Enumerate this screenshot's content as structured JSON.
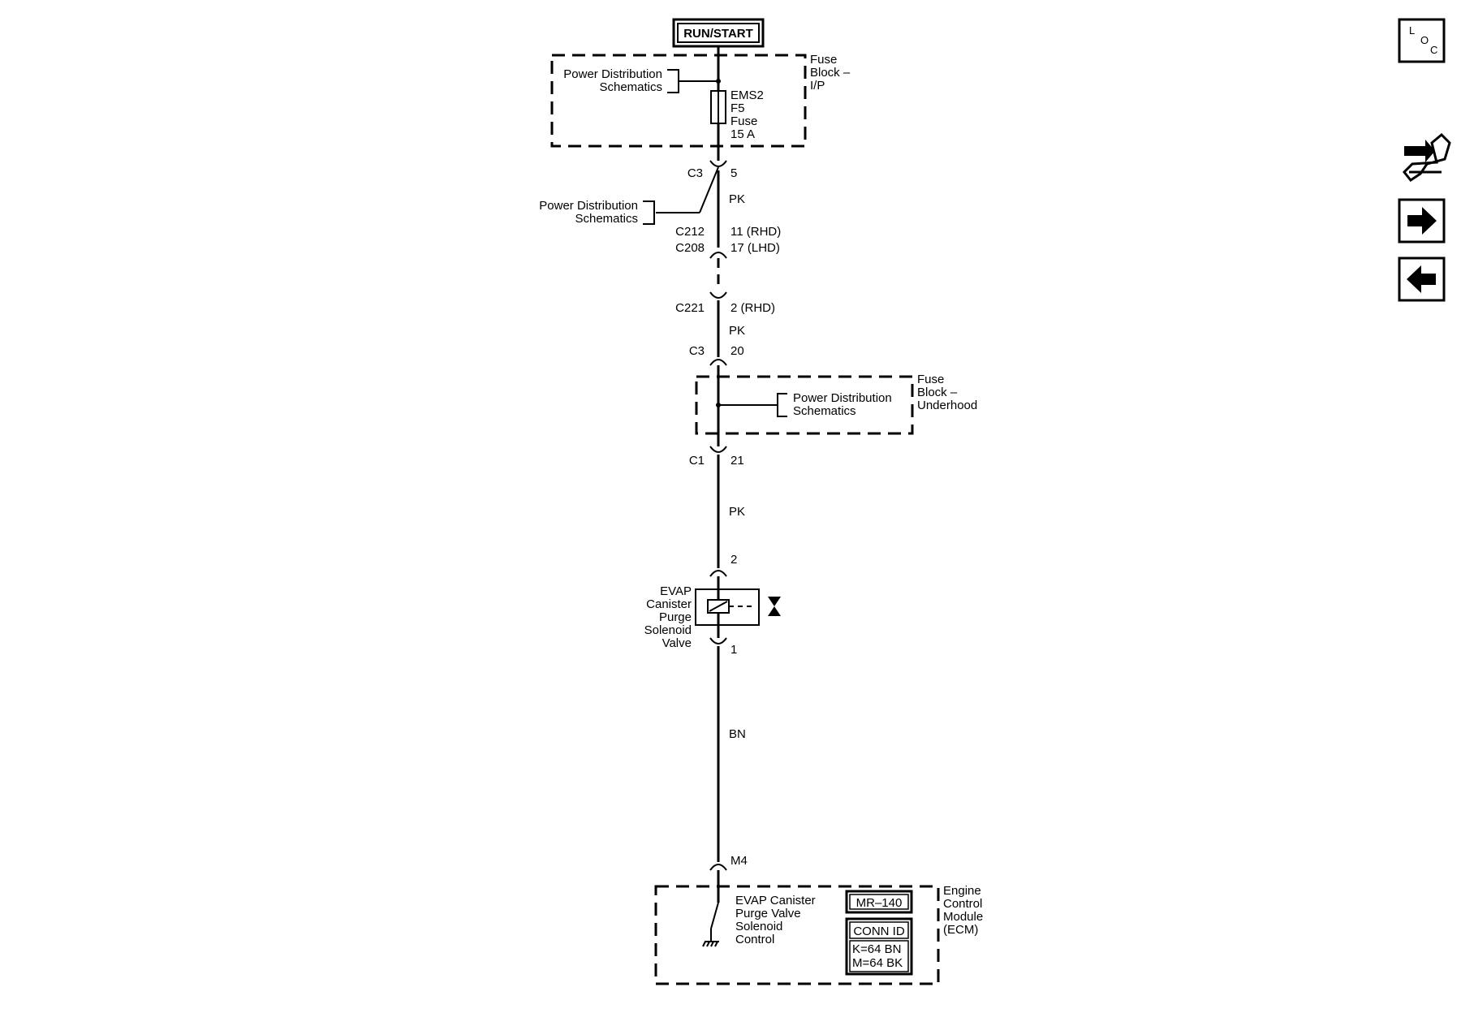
{
  "power_source": "RUN/START",
  "fuse_block_ip": {
    "label_lines": [
      "Fuse",
      "Block –",
      "I/P"
    ],
    "pds_lines": [
      "Power Distribution",
      "Schematics"
    ],
    "fuse_lines": [
      "EMS2",
      "F5",
      "Fuse",
      "15 A"
    ]
  },
  "connectors": {
    "c3_top": {
      "name": "C3",
      "pin": "5"
    },
    "c212": {
      "name": "C212",
      "pin": "11 (RHD)"
    },
    "c208": {
      "name": "C208",
      "pin": "17 (LHD)"
    },
    "c221": {
      "name": "C221",
      "pin": "2 (RHD)"
    },
    "c3_mid": {
      "name": "C3",
      "pin": "20"
    },
    "c1": {
      "name": "C1",
      "pin": "21"
    },
    "solenoid_pin2": {
      "pin": "2"
    },
    "solenoid_pin1": {
      "pin": "1"
    },
    "ecm_m4": {
      "pin": "M4"
    }
  },
  "splice_pds_lines": [
    "Power Distribution",
    "Schematics"
  ],
  "wires": {
    "pk_1": "PK",
    "pk_2": "PK",
    "pk_3": "PK",
    "bn": "BN"
  },
  "fuse_block_underhood": {
    "label_lines": [
      "Fuse",
      "Block –",
      "Underhood"
    ],
    "pds_lines": [
      "Power Distribution",
      "Schematics"
    ]
  },
  "solenoid": {
    "label_lines": [
      "EVAP",
      "Canister",
      "Purge",
      "Solenoid",
      "Valve"
    ]
  },
  "ecm": {
    "label_lines": [
      "Engine",
      "Control",
      "Module",
      "(ECM)"
    ],
    "control_lines": [
      "EVAP Canister",
      "Purge Valve",
      "Solenoid",
      "Control"
    ],
    "ref": "MR–140",
    "conn_id_title": "CONN ID",
    "conn_id_lines": [
      "K=64 BN",
      "M=64 BK"
    ]
  },
  "side_buttons": {
    "loc": [
      "L",
      "O",
      "C"
    ]
  }
}
